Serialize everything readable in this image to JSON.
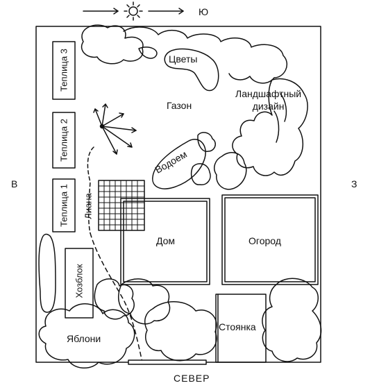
{
  "compass": {
    "south": "Ю",
    "north": "СЕВЕР",
    "east": "В",
    "west": "З"
  },
  "greenhouses": [
    {
      "label": "Теплица 3"
    },
    {
      "label": "Теплица 2"
    },
    {
      "label": "Теплица 1"
    }
  ],
  "zones": {
    "flowers": "Цветы",
    "lawn": "Газон",
    "landscape": "Ландшафтный\nдизайн",
    "pond": "Водоем",
    "liana": "Лиана",
    "house": "Дом",
    "garden": "Огород",
    "shed": "Хозблок",
    "parking": "Стоянка",
    "apples": "Яблони"
  },
  "icons": [
    "sun-icon",
    "arrow-right-icon",
    "sprinkler-icon"
  ]
}
